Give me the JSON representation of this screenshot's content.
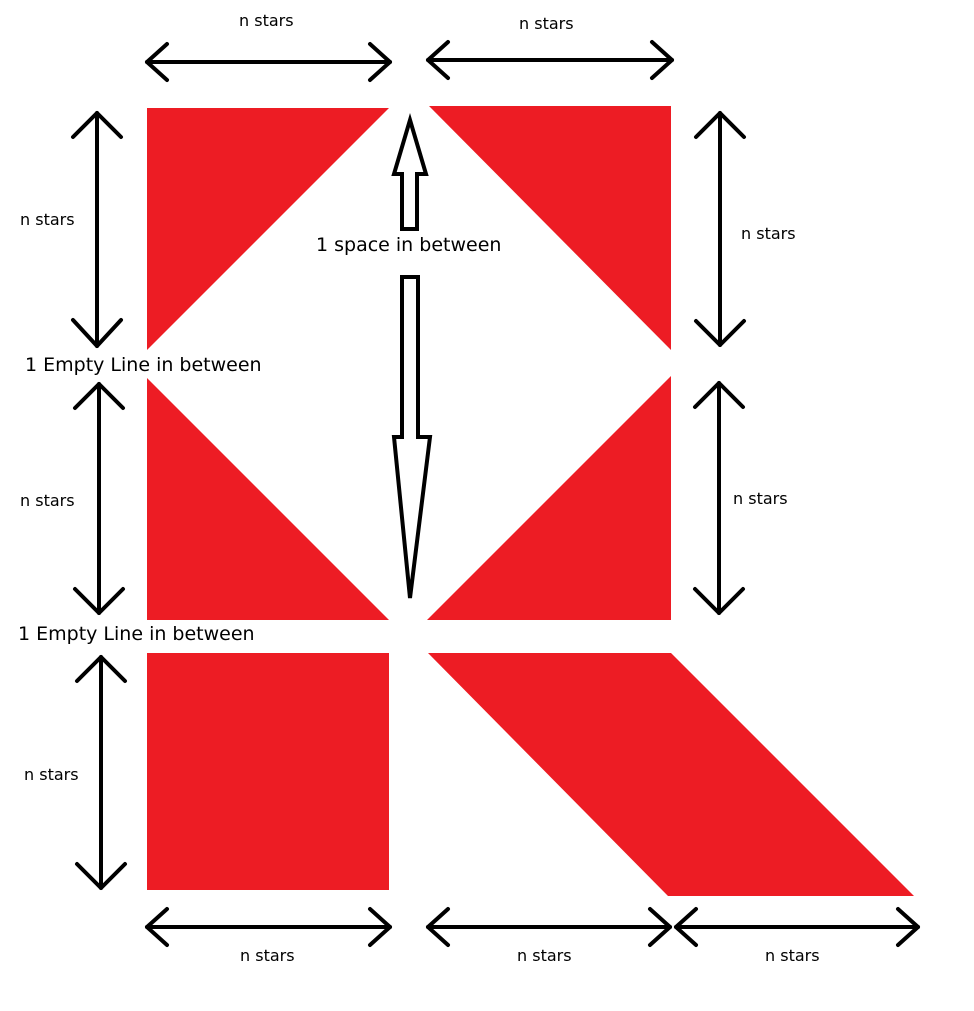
{
  "colors": {
    "shape_fill": "#ed1c24",
    "arrow": "#000000",
    "background": "#ffffff"
  },
  "labels": {
    "n_stars": "n stars",
    "space_between": "1 space in between",
    "empty_line_between": "1 Empty Line in between"
  },
  "shapes": [
    {
      "name": "top-left-triangle",
      "kind": "triangle"
    },
    {
      "name": "top-right-triangle",
      "kind": "triangle"
    },
    {
      "name": "middle-left-triangle",
      "kind": "triangle"
    },
    {
      "name": "middle-right-triangle",
      "kind": "triangle"
    },
    {
      "name": "bottom-left-square",
      "kind": "square"
    },
    {
      "name": "bottom-right-parallelogram",
      "kind": "parallelogram"
    }
  ]
}
